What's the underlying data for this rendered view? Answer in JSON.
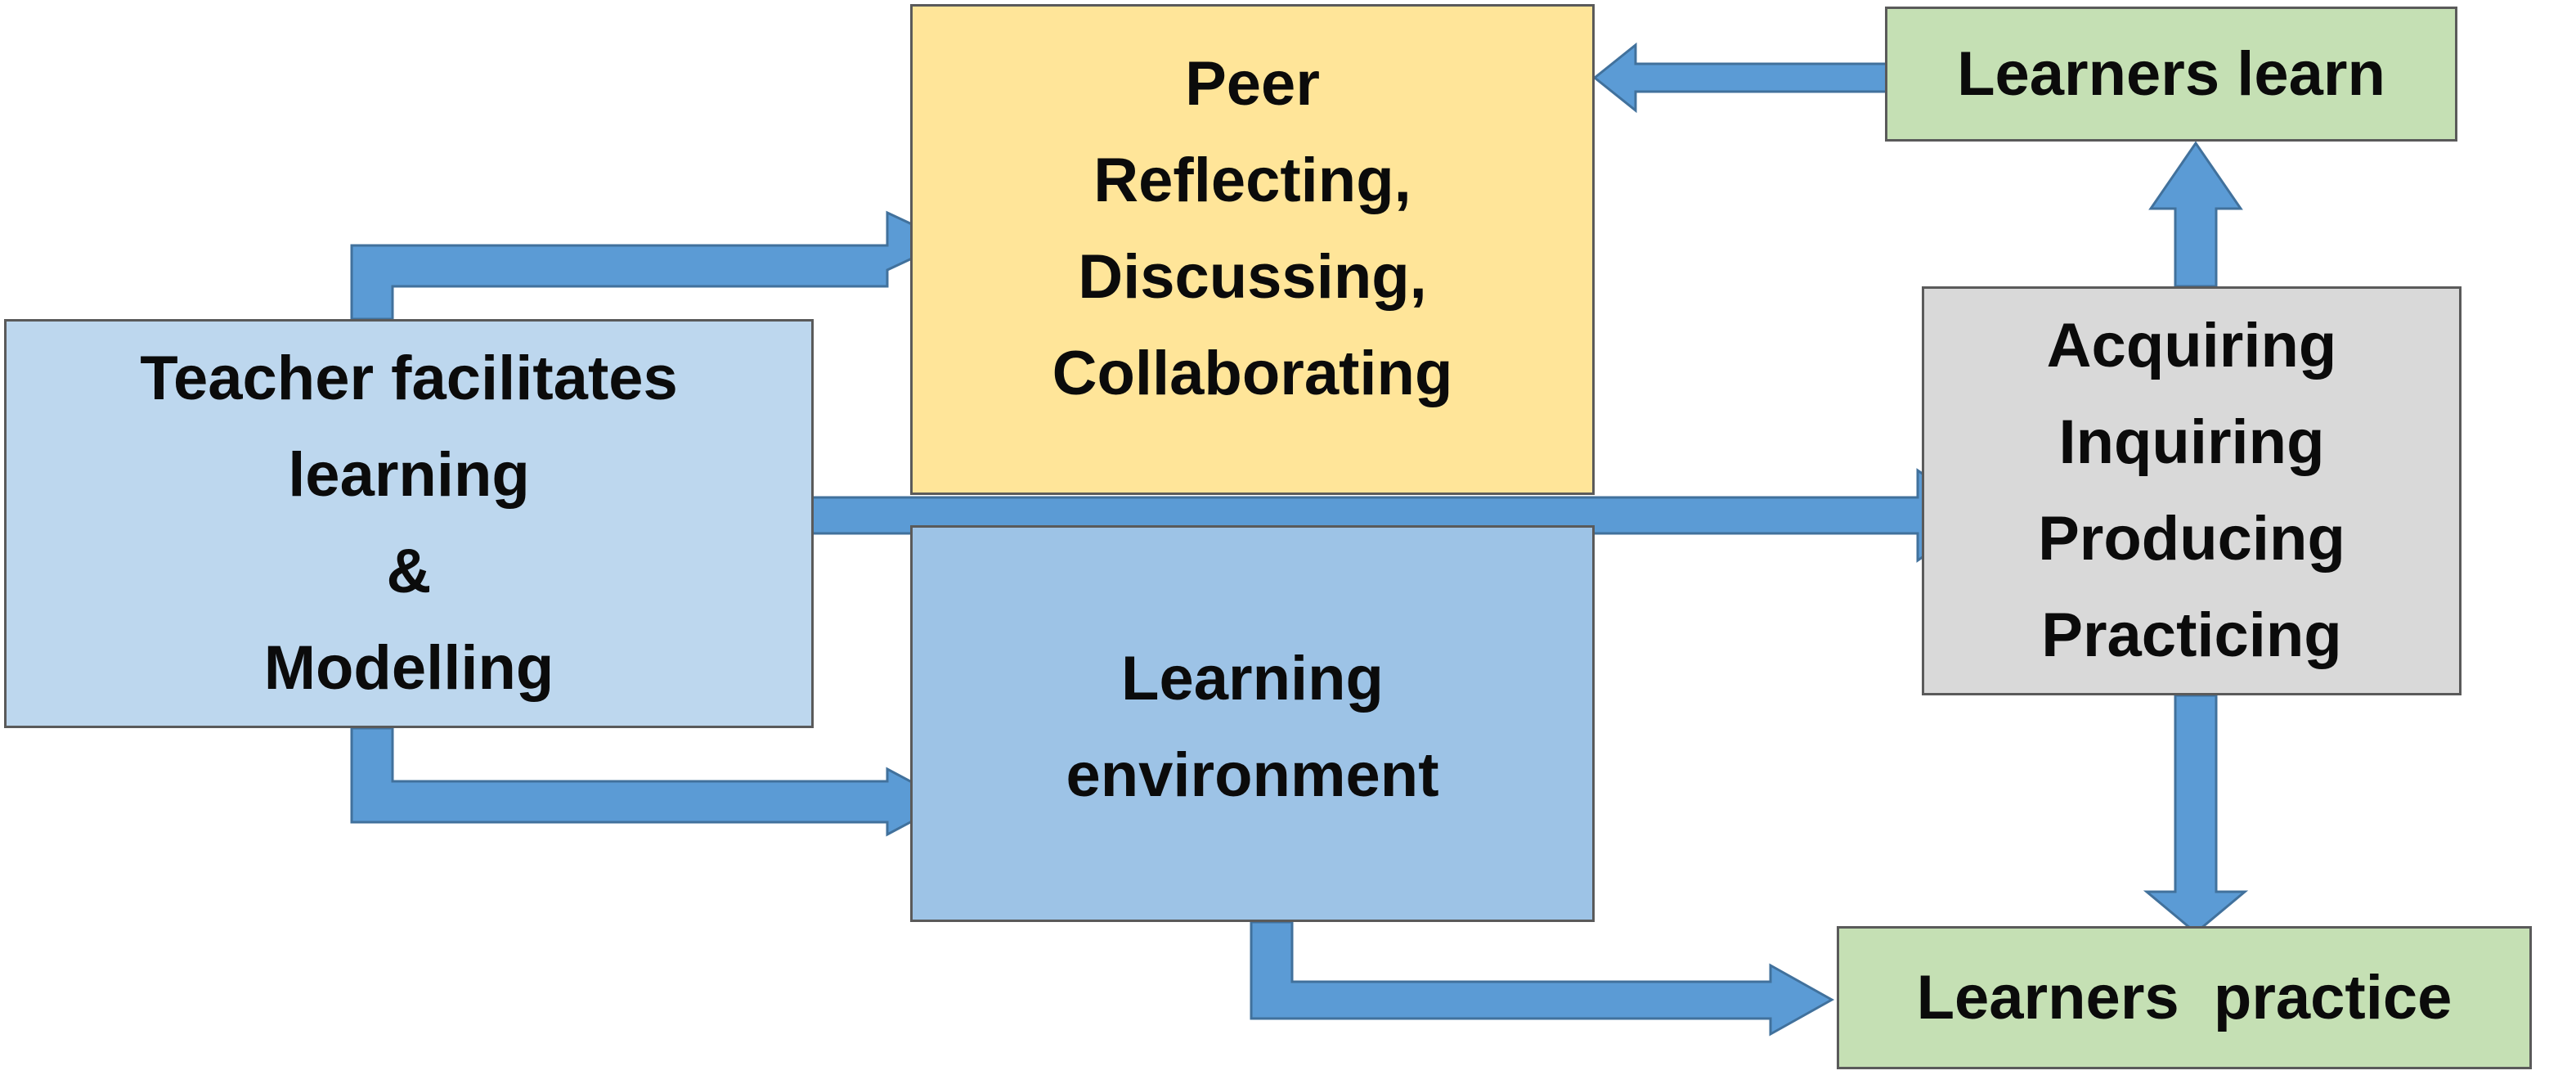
{
  "boxes": {
    "teacher": {
      "lines": [
        "Teacher facilitates",
        "learning",
        "&",
        "Modelling"
      ],
      "fill": "#bdd7ee"
    },
    "peer": {
      "lines": [
        "Peer",
        "Reflecting,",
        "Discussing,",
        "Collaborating"
      ],
      "fill": "#ffe599"
    },
    "environment": {
      "lines": [
        "Learning",
        "environment"
      ],
      "fill": "#9dc3e6"
    },
    "acquiring": {
      "lines": [
        "Acquiring",
        "Inquiring",
        "Producing",
        "Practicing"
      ],
      "fill": "#d9d9d9"
    },
    "learners_learn": {
      "lines": [
        "Learners learn"
      ],
      "fill": "#c5e0b4"
    },
    "learners_practice": {
      "lines": [
        "Learners  practice"
      ],
      "fill": "#c5e0b4"
    }
  },
  "colors": {
    "arrow": "#5b9bd5",
    "arrow_outline": "#41719c",
    "box_border": "#5a5a5a"
  }
}
